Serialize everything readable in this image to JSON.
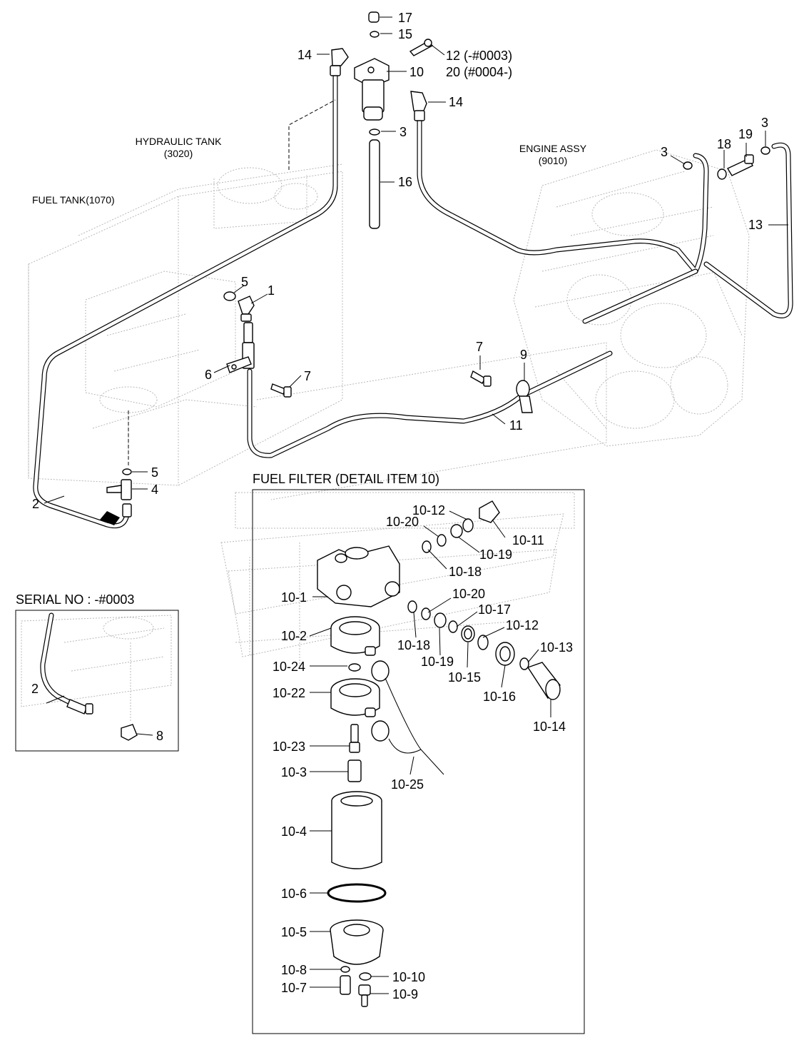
{
  "refs": {
    "hydraulic_tank": "HYDRAULIC TANK",
    "hydraulic_tank_code": "(3020)",
    "fuel_tank": "FUEL TANK(1070)",
    "engine_assy": "ENGINE ASSY",
    "engine_assy_code": "(9010)"
  },
  "detail": {
    "title": "FUEL FILTER (DETAIL ITEM 10)"
  },
  "serial": {
    "title": "SERIAL NO : -#0003"
  },
  "callouts": {
    "c17": "17",
    "c15": "15",
    "c14a": "14",
    "c12": "12 (-#0003)",
    "c20": "20 (#0004-)",
    "c10": "10",
    "c14b": "14",
    "c3a": "3",
    "c16": "16",
    "c3b": "3",
    "c18": "18",
    "c19": "19",
    "c3c": "3",
    "c13": "13",
    "c5a": "5",
    "c1": "1",
    "c6": "6",
    "c7a": "7",
    "c7b": "7",
    "c9": "9",
    "c11": "11",
    "c5b": "5",
    "c4": "4",
    "c2a": "2",
    "d10_12a": "10-12",
    "d10_20a": "10-20",
    "d10_11": "10-11",
    "d10_19a": "10-19",
    "d10_18a": "10-18",
    "d10_1": "10-1",
    "d10_20b": "10-20",
    "d10_17": "10-17",
    "d10_2": "10-2",
    "d10_12b": "10-12",
    "d10_18b": "10-18",
    "d10_13": "10-13",
    "d10_19b": "10-19",
    "d10_24": "10-24",
    "d10_15": "10-15",
    "d10_16": "10-16",
    "d10_22": "10-22",
    "d10_14": "10-14",
    "d10_23": "10-23",
    "d10_3": "10-3",
    "d10_25": "10-25",
    "d10_4": "10-4",
    "d10_6": "10-6",
    "d10_5": "10-5",
    "d10_8": "10-8",
    "d10_10": "10-10",
    "d10_7": "10-7",
    "d10_9": "10-9",
    "s2": "2",
    "s8": "8"
  }
}
